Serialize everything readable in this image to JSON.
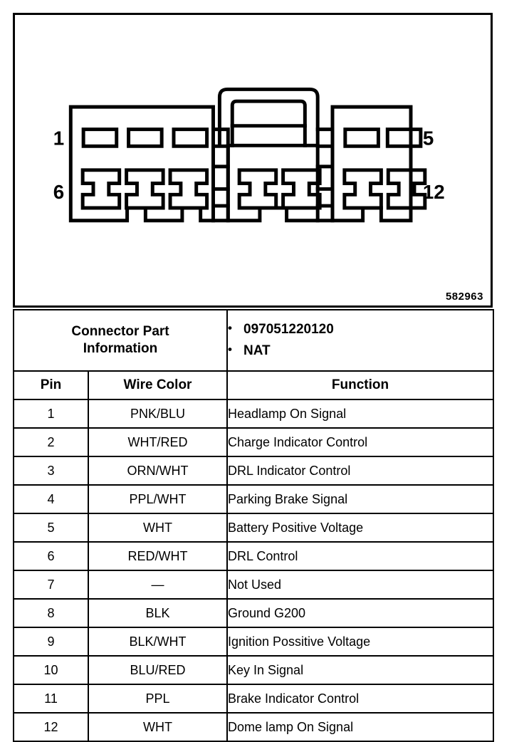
{
  "illustration": {
    "name": "connector-face-view",
    "reference_number": "582963",
    "pin_labels": {
      "top_left": "1",
      "bottom_left": "6",
      "top_right": "5",
      "bottom_right": "12"
    },
    "line_color": "#000000",
    "background_color": "#ffffff"
  },
  "table": {
    "connector_part_information_label": "Connector Part\nInformation",
    "connector_part_information_label_line1": "Connector Part",
    "connector_part_information_label_line2": "Information",
    "connector_part_information_values": [
      "097051220120",
      "NAT"
    ],
    "headers": {
      "pin": "Pin",
      "wire_color": "Wire Color",
      "function": "Function"
    },
    "rows": [
      {
        "pin": "1",
        "wire_color": "PNK/BLU",
        "function": "Headlamp On Signal"
      },
      {
        "pin": "2",
        "wire_color": "WHT/RED",
        "function": "Charge Indicator Control"
      },
      {
        "pin": "3",
        "wire_color": "ORN/WHT",
        "function": "DRL Indicator Control"
      },
      {
        "pin": "4",
        "wire_color": "PPL/WHT",
        "function": "Parking Brake Signal"
      },
      {
        "pin": "5",
        "wire_color": "WHT",
        "function": "Battery Positive Voltage"
      },
      {
        "pin": "6",
        "wire_color": "RED/WHT",
        "function": "DRL Control"
      },
      {
        "pin": "7",
        "wire_color": "—",
        "function": "Not Used"
      },
      {
        "pin": "8",
        "wire_color": "BLK",
        "function": "Ground G200"
      },
      {
        "pin": "9",
        "wire_color": "BLK/WHT",
        "function": "Ignition Possitive Voltage"
      },
      {
        "pin": "10",
        "wire_color": "BLU/RED",
        "function": "Key In Signal"
      },
      {
        "pin": "11",
        "wire_color": "PPL",
        "function": "Brake Indicator Control"
      },
      {
        "pin": "12",
        "wire_color": "WHT",
        "function": "Dome lamp On Signal"
      }
    ]
  }
}
